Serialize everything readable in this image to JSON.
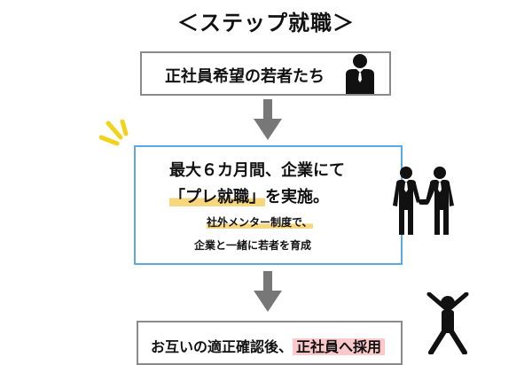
{
  "title": "＜ステップ就職＞",
  "step1": {
    "text": "正社員希望の若者たち"
  },
  "step2": {
    "line1": "最大６カ月間、企業にて",
    "line2_highlight": "「プレ就職」",
    "line2_rest": "を実施。",
    "line3": "社外メンター制度で、",
    "line4": "企業と一緒に若者を育成"
  },
  "step3": {
    "text": "お互いの適正確認後、",
    "highlight": "正社員へ採用"
  },
  "colors": {
    "box_border": "#8a8a8a",
    "accent_border": "#5aa9e6",
    "arrow": "#777777",
    "highlight_yellow": "#f6d77e",
    "highlight_pink": "#fbc9c9",
    "sparkle": "#f2d21a"
  },
  "icons": [
    "businessman-icon",
    "two-businessmen-icon",
    "cheering-person-icon",
    "sparkle-icon",
    "down-arrow-icon"
  ]
}
